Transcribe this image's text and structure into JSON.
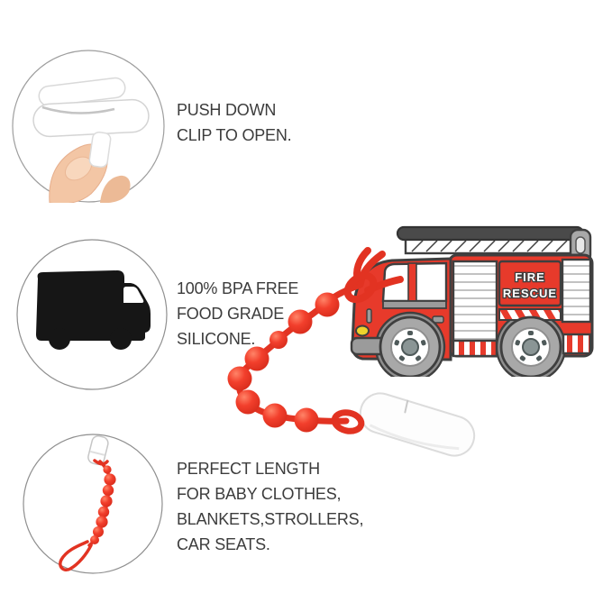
{
  "features": [
    {
      "icon": "open-clip-photo",
      "lines": [
        "PUSH DOWN",
        "CLIP TO OPEN."
      ]
    },
    {
      "icon": "truck-silhouette-icon",
      "lines": [
        "100% BPA FREE",
        "FOOD GRADE",
        "SILICONE."
      ]
    },
    {
      "icon": "pacifier-clip-sketch",
      "lines": [
        "PERFECT LENGTH",
        "FOR BABY CLOTHES,",
        "BLANKETS,STROLLERS,",
        "CAR SEATS."
      ]
    }
  ],
  "truck": {
    "label_lines": [
      "FIRE",
      "RESCUE"
    ]
  },
  "colors": {
    "product_red": "#e73a2b",
    "bead_red": "#f23f2c",
    "cord_red": "#e23322",
    "outline_dark": "#3f3f3f",
    "text_gray": "#3c3c3c",
    "wheel_gray": "#a8a8a8",
    "headlight_yellow": "#eed22c",
    "silhouette_black": "#161616",
    "clip_white": "#fdfdfd",
    "circle_border": "#999999"
  }
}
